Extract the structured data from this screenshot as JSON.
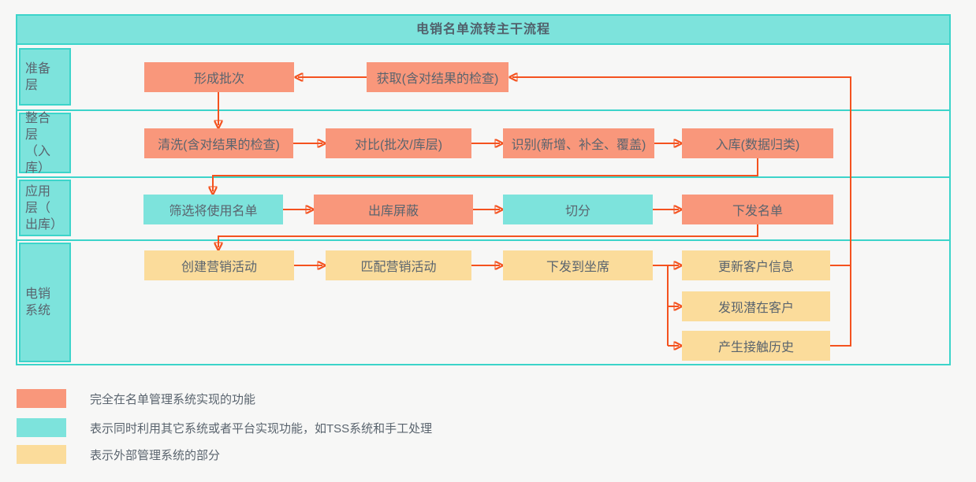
{
  "title": "电销名单流转主干流程",
  "lanes": [
    {
      "label": "准备\n层"
    },
    {
      "label": "整合\n层\n（入\n库）"
    },
    {
      "label": "应用\n层（\n出库）"
    },
    {
      "label": "电销\n系统"
    }
  ],
  "boxes": {
    "xingcheng": {
      "label": "形成批次",
      "type": "salmon"
    },
    "huoqu": {
      "label": "获取(含对结果的检查)",
      "type": "salmon"
    },
    "qingxi": {
      "label": "清洗(含对结果的检查)",
      "type": "salmon"
    },
    "duibi": {
      "label": "对比(批次/库层)",
      "type": "salmon"
    },
    "shibie": {
      "label": "识别(新增、补全、覆盖)",
      "type": "salmon"
    },
    "ruku": {
      "label": "入库(数据归类)",
      "type": "salmon"
    },
    "shaixuan": {
      "label": "筛选将使用名单",
      "type": "teal"
    },
    "chuku": {
      "label": "出库屏蔽",
      "type": "salmon"
    },
    "qiefen": {
      "label": "切分",
      "type": "teal"
    },
    "xiafa_mingdan": {
      "label": "下发名单",
      "type": "salmon"
    },
    "chuangjian": {
      "label": "创建营销活动",
      "type": "yellow"
    },
    "pipei": {
      "label": "匹配营销活动",
      "type": "yellow"
    },
    "xiafa_zuoxi": {
      "label": "下发到坐席",
      "type": "yellow"
    },
    "gengxin": {
      "label": "更新客户信息",
      "type": "yellow"
    },
    "faxian": {
      "label": "发现潜在客户",
      "type": "yellow"
    },
    "chansheng": {
      "label": "产生接触历史",
      "type": "yellow"
    }
  },
  "legend": [
    {
      "swatch": "salmon",
      "label": "完全在名单管理系统实现的功能"
    },
    {
      "swatch": "teal",
      "label": "表示同时利用其它系统或者平台实现功能，如TSS系统和手工处理"
    },
    {
      "swatch": "yellow",
      "label": "表示外部管理系统的部分"
    }
  ],
  "colors": {
    "salmon": "#f9977b",
    "teal_fill": "#7de3dc",
    "teal_line": "#3cd4ca",
    "yellow": "#fbdc9b",
    "arrow": "#f4521f",
    "text": "#5a646e",
    "background": "#f7f7f6"
  }
}
